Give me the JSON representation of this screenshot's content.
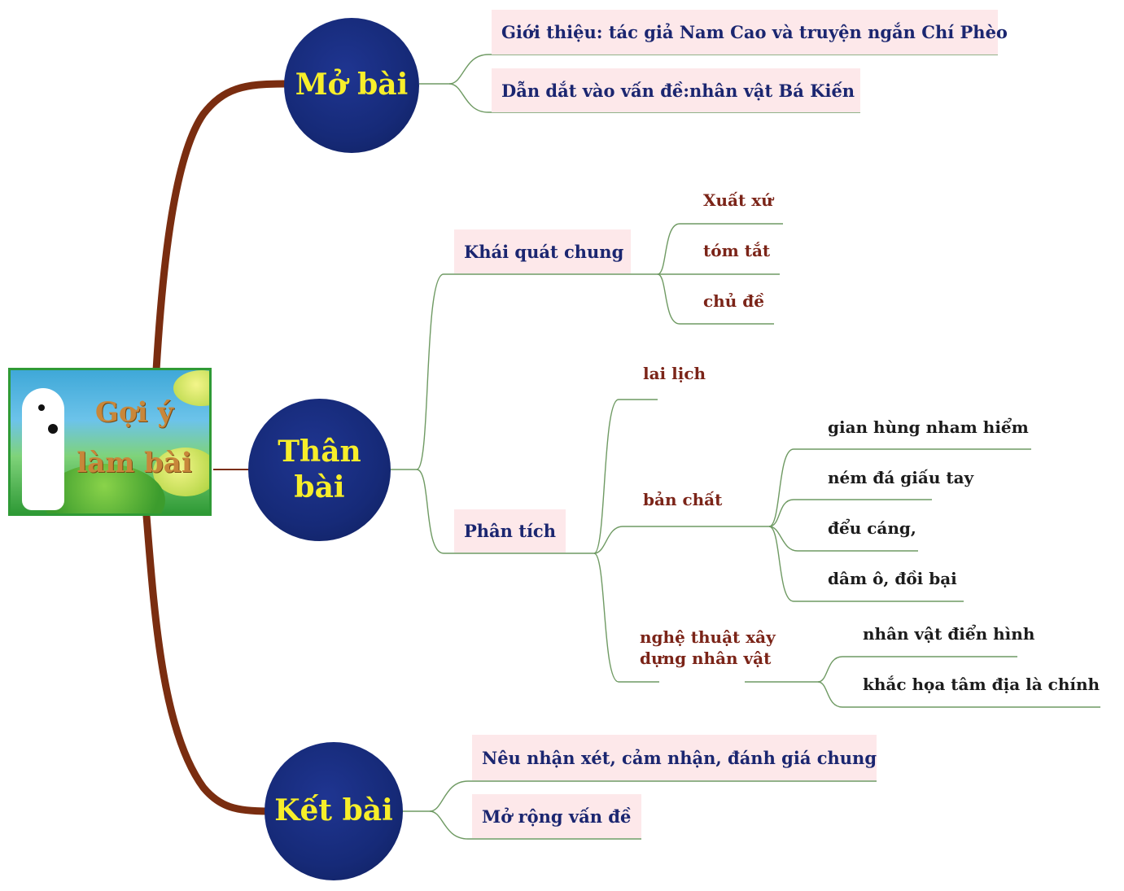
{
  "root": {
    "line1": "Gợi ý",
    "line2": "làm bài"
  },
  "sections": {
    "mo_bai": "Mở bài",
    "than_bai": "Thân\nbài",
    "ket_bai": "Kết bài"
  },
  "mo_bai_items": [
    "Giới thiệu: tác giả Nam Cao và truyện ngắn Chí Phèo",
    "Dẫn dắt vào vấn đề:nhân vật Bá Kiến"
  ],
  "than_bai": {
    "khai_quat": {
      "label": "Khái quát chung",
      "items": [
        "Xuất xứ",
        "tóm tắt",
        "chủ đề"
      ]
    },
    "phan_tich": {
      "label": "Phân tích",
      "lai_lich": "lai lịch",
      "ban_chat": {
        "label": "bản chất",
        "items": [
          "gian hùng nham hiểm",
          "ném đá giấu tay",
          "đểu cáng,",
          "dâm ô, đồi bại"
        ]
      },
      "nghe_thuat": {
        "label": "nghệ thuật  xây\ndựng nhân vật",
        "items": [
          "nhân vật điển hình",
          "khắc họa tâm địa là chính"
        ]
      }
    }
  },
  "ket_bai_items": [
    "Nêu nhận xét, cảm nhận, đánh giá chung",
    "Mở rộng vấn đề"
  ],
  "colors": {
    "trunk": "#7a2d10",
    "connector": "#6f9a63",
    "circle": "#162a78",
    "circle_text": "#f7ee2a",
    "box_bg": "#fde8ea",
    "box_text": "#1b2670",
    "sub_text": "#7b2418"
  }
}
